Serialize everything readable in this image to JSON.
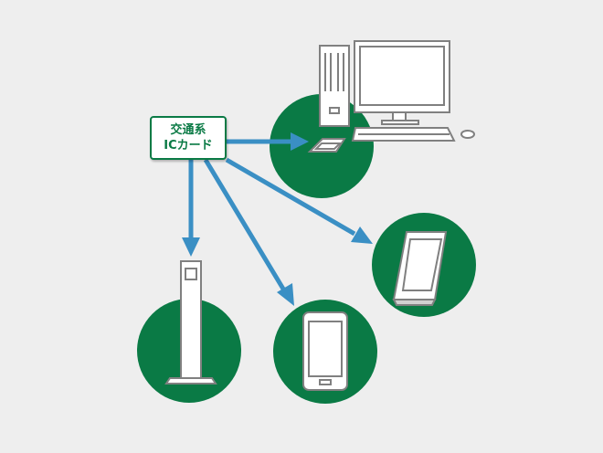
{
  "card": {
    "line1": "交通系",
    "line2": "ICカード"
  },
  "devices": [
    {
      "name": "desktop-pc-with-card-reader"
    },
    {
      "name": "tablet-reader"
    },
    {
      "name": "smartphone"
    },
    {
      "name": "ticket-gate-pole"
    }
  ],
  "colors": {
    "background": "#eeeeee",
    "circle": "#0a7a45",
    "arrow": "#3a8fc4",
    "device_fill": "#ffffff",
    "device_stroke": "#808080"
  }
}
